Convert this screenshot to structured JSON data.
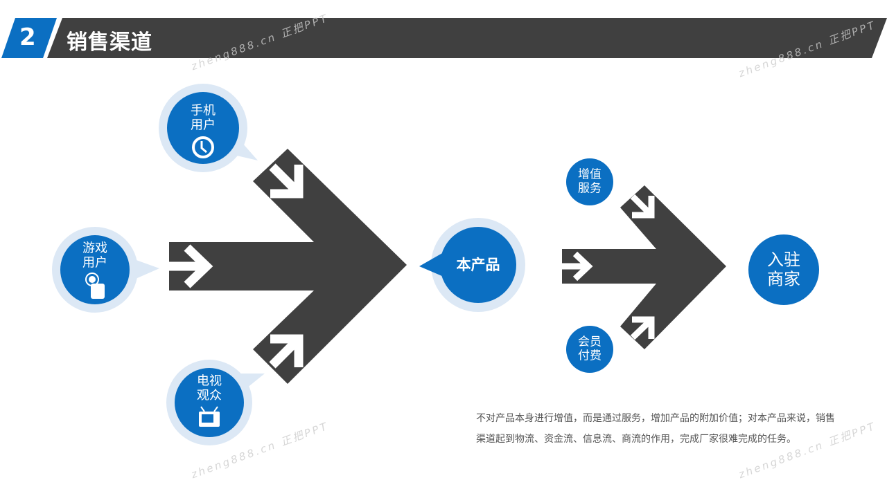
{
  "header": {
    "number": "2",
    "title": "销售渠道"
  },
  "sources": [
    {
      "line1": "手机",
      "line2": "用户",
      "icon": "clock-icon"
    },
    {
      "line1": "游戏",
      "line2": "用户",
      "icon": "touch-hand-icon"
    },
    {
      "line1": "电视",
      "line2": "观众",
      "icon": "tv-icon"
    }
  ],
  "center": {
    "label": "本产品"
  },
  "channels": [
    {
      "line1": "增值",
      "line2": "服务"
    },
    {
      "line1": "会员",
      "line2": "付费"
    }
  ],
  "target": {
    "line1": "入驻",
    "line2": "商家"
  },
  "description": "不对产品本身进行增值，而是通过服务，增加产品的附加价值；对本产品来说，销售渠道起到物流、资金流、信息流、商流的作用，完成厂家很难完成的任务。",
  "watermark": "zheng888.cn 正把PPT",
  "colors": {
    "blue": "#0b6fc2",
    "halo": "#dce8f5",
    "dark": "#404040"
  }
}
